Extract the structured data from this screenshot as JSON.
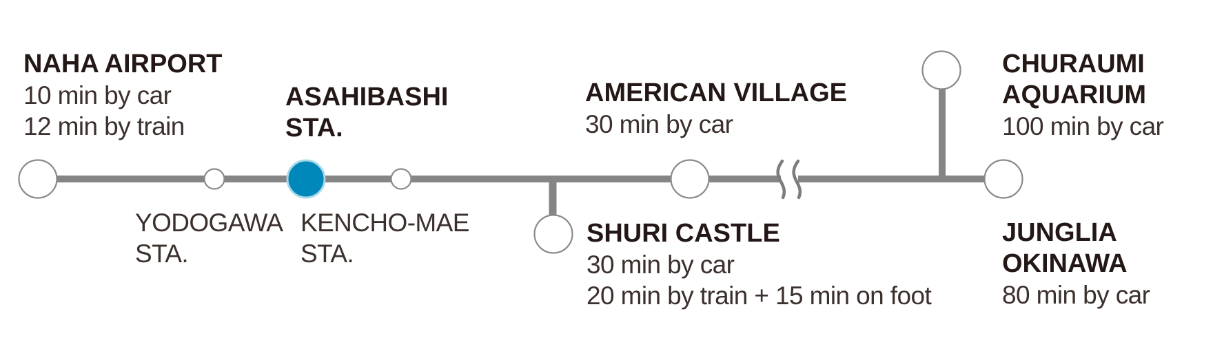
{
  "diagram": {
    "type": "route-map",
    "colors": {
      "line": "#858585",
      "node_stroke": "#8a8a8a",
      "current_fill": "#0088bb",
      "current_ring": "#a8d8e8",
      "title_text": "#231815",
      "body_text": "#3b302d"
    },
    "stations": [
      {
        "id": "naha-airport",
        "name_lines": [
          "NAHA AIRPORT"
        ],
        "details": [
          "10 min by car",
          "12 min by train"
        ]
      },
      {
        "id": "yodogawa-sta",
        "name_lines": [
          "YODOGAWA",
          "STA."
        ],
        "details": []
      },
      {
        "id": "asahibashi-sta",
        "name_lines": [
          "ASAHIBASHI",
          "STA."
        ],
        "details": [],
        "current": true
      },
      {
        "id": "kencho-mae-sta",
        "name_lines": [
          "KENCHO-MAE",
          "STA."
        ],
        "details": []
      },
      {
        "id": "shuri-castle",
        "name_lines": [
          "SHURI CASTLE"
        ],
        "details": [
          "30 min by car",
          "20 min by train + 15 min on foot"
        ]
      },
      {
        "id": "american-village",
        "name_lines": [
          "AMERICAN VILLAGE"
        ],
        "details": [
          "30 min by car"
        ]
      },
      {
        "id": "churaumi-aquarium",
        "name_lines": [
          "CHURAUMI",
          "AQUARIUM"
        ],
        "details": [
          "100 min by car"
        ]
      },
      {
        "id": "junglia-okinawa",
        "name_lines": [
          "JUNGLIA",
          "OKINAWA"
        ],
        "details": [
          "80 min by car"
        ]
      }
    ],
    "break_marker": "distance-break-icon"
  }
}
